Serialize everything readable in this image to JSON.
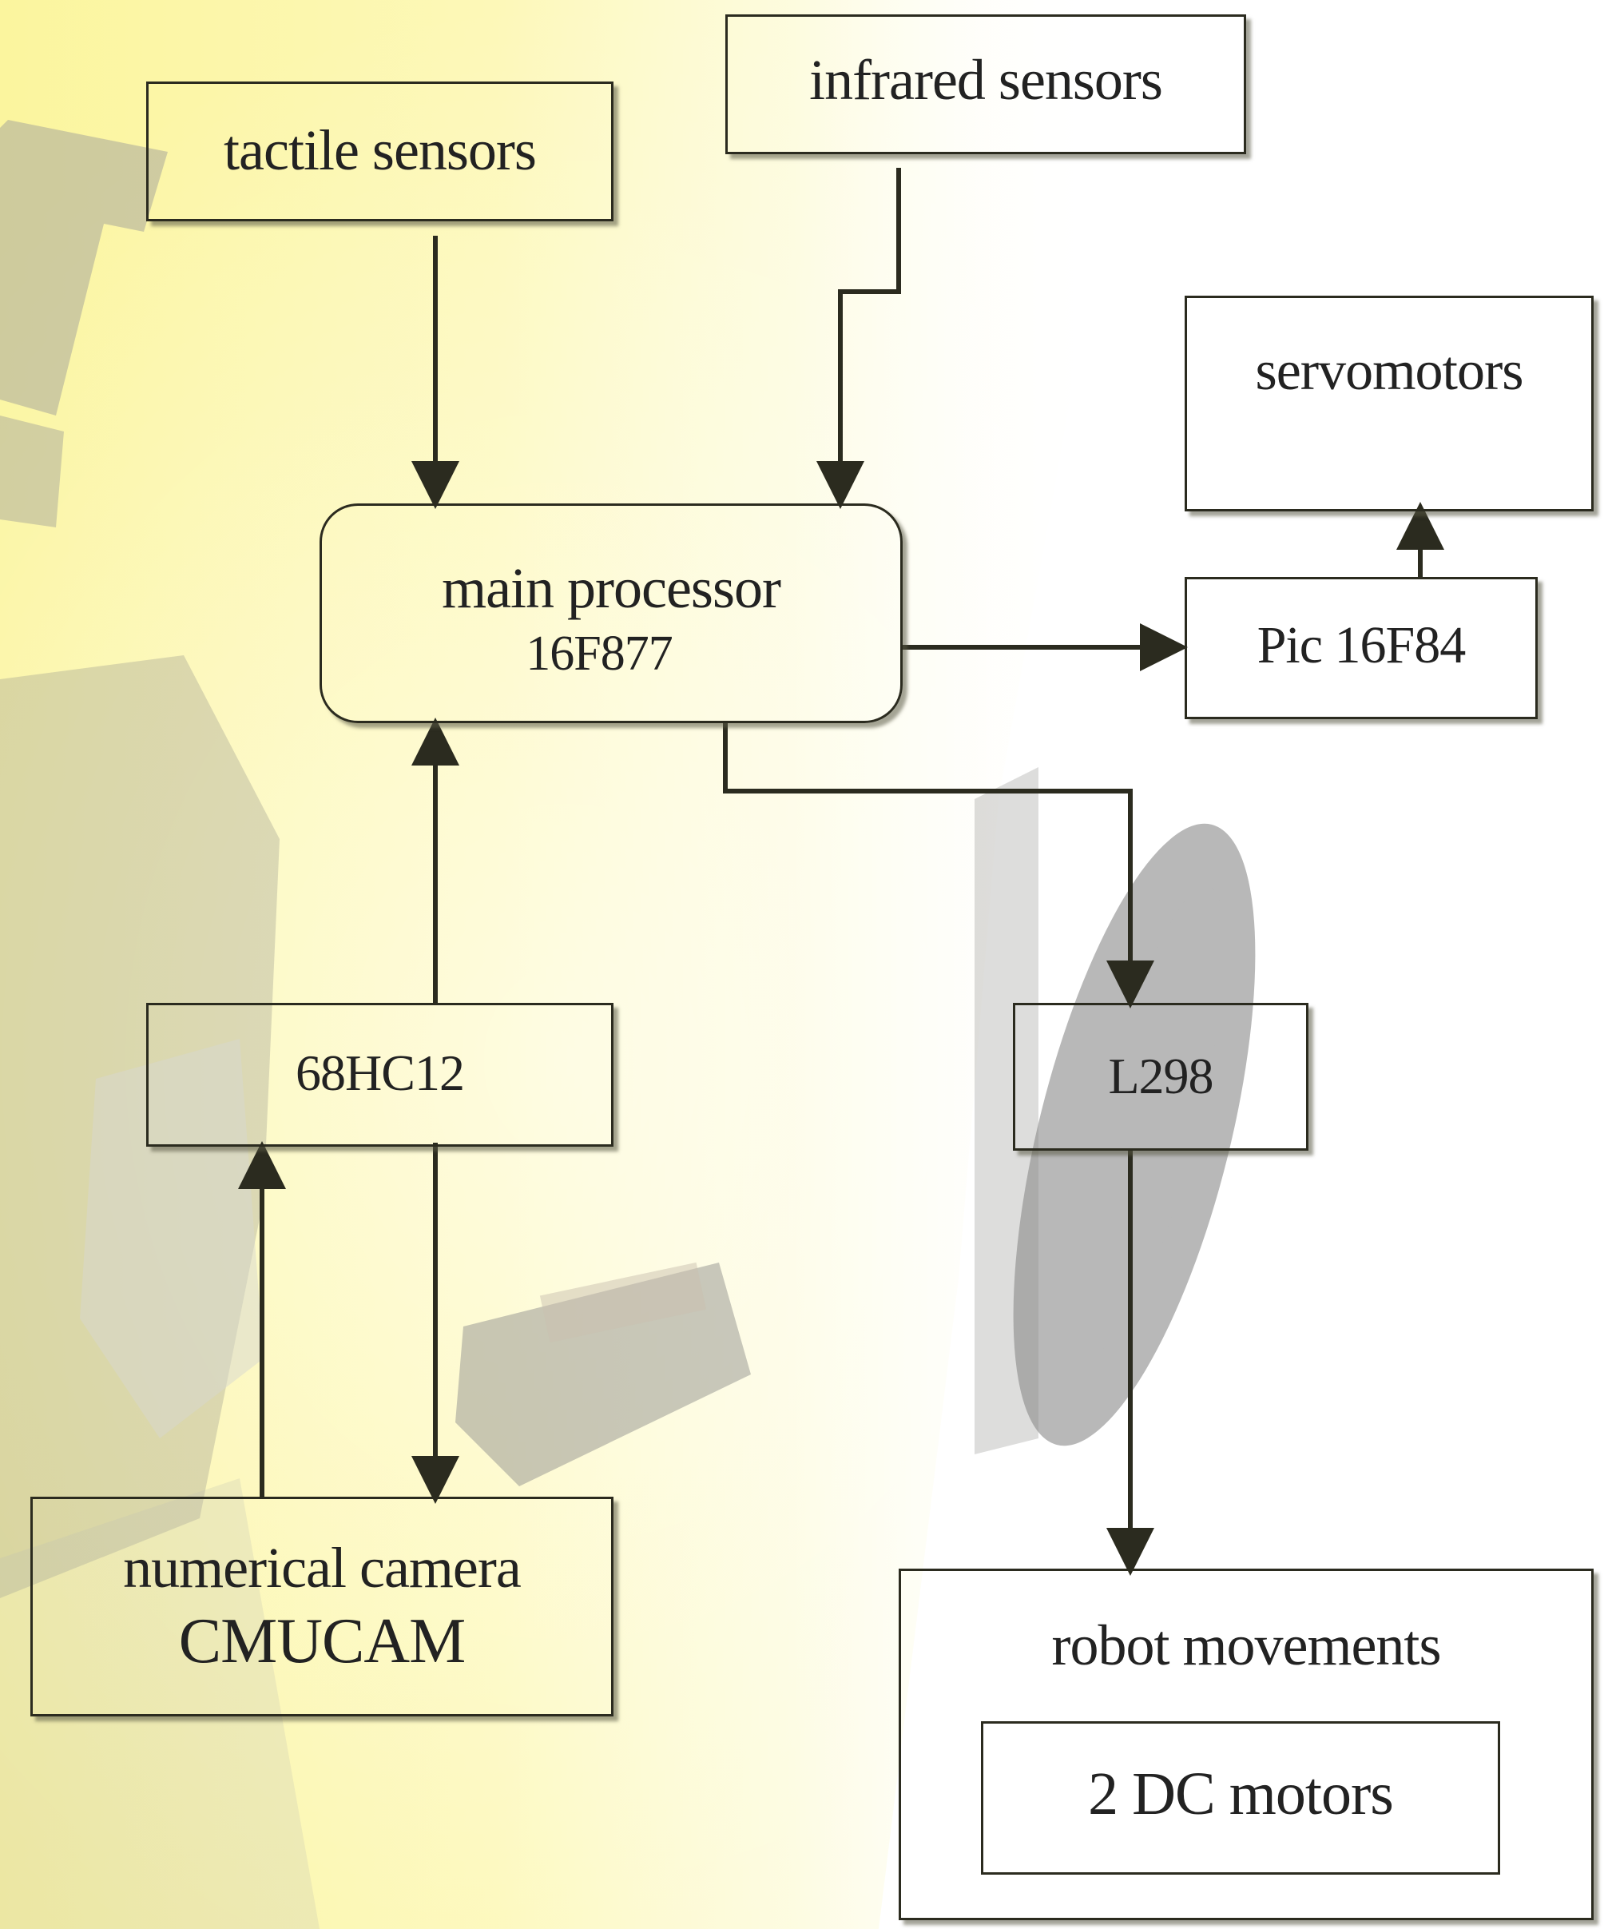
{
  "diagram": {
    "tactile_sensors": "tactile sensors",
    "infrared_sensors": "infrared sensors",
    "servomotors": "servomotors",
    "main_processor": {
      "line1": "main processor",
      "line2": "16F877"
    },
    "pic": "Pic 16F84",
    "hc12": "68HC12",
    "l298": "L298",
    "camera": {
      "line1": "numerical camera",
      "line2": "CMUCAM"
    },
    "robot_movements": "robot movements",
    "dc_motors": "2 DC motors"
  },
  "colors": {
    "yellow": "#fbf59e",
    "line": "#2b2b1f",
    "gray": "#8a8a8a"
  }
}
